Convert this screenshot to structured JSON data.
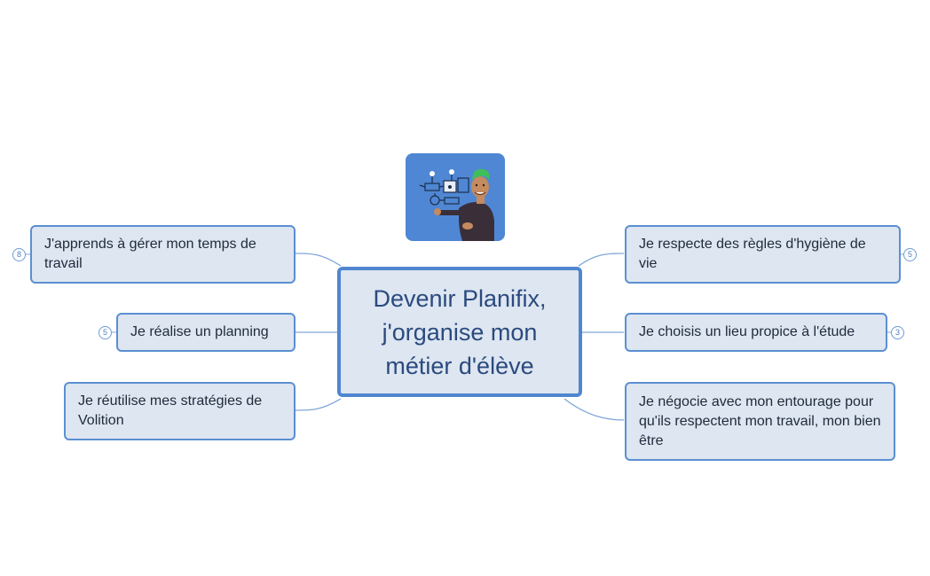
{
  "central": {
    "lines": [
      "Devenir Planifix,",
      "j'organise mon",
      "métier d'élève"
    ]
  },
  "left_topics": [
    {
      "label": "J'apprends à gérer mon temps de travail",
      "badge": "8"
    },
    {
      "label": "Je réalise un planning",
      "badge": "5"
    },
    {
      "label": "Je réutilise mes stratégies de Volition",
      "badge": ""
    }
  ],
  "right_topics": [
    {
      "label": "Je respecte des règles d'hygiène de vie",
      "badge": "5"
    },
    {
      "label": "Je choisis un lieu propice à l'étude",
      "badge": "3"
    },
    {
      "label": "Je négocie avec mon entourage pour qu'ils respectent mon travail, mon bien être",
      "badge": ""
    }
  ],
  "colors": {
    "node_fill": "#dde6f1",
    "node_border": "#5b8fd2",
    "central_border": "#4f86cf",
    "central_text": "#2b4a7e",
    "connector": "#7fa6d8"
  },
  "illustration": {
    "icon": "teacher-with-flowchart-illustration"
  }
}
